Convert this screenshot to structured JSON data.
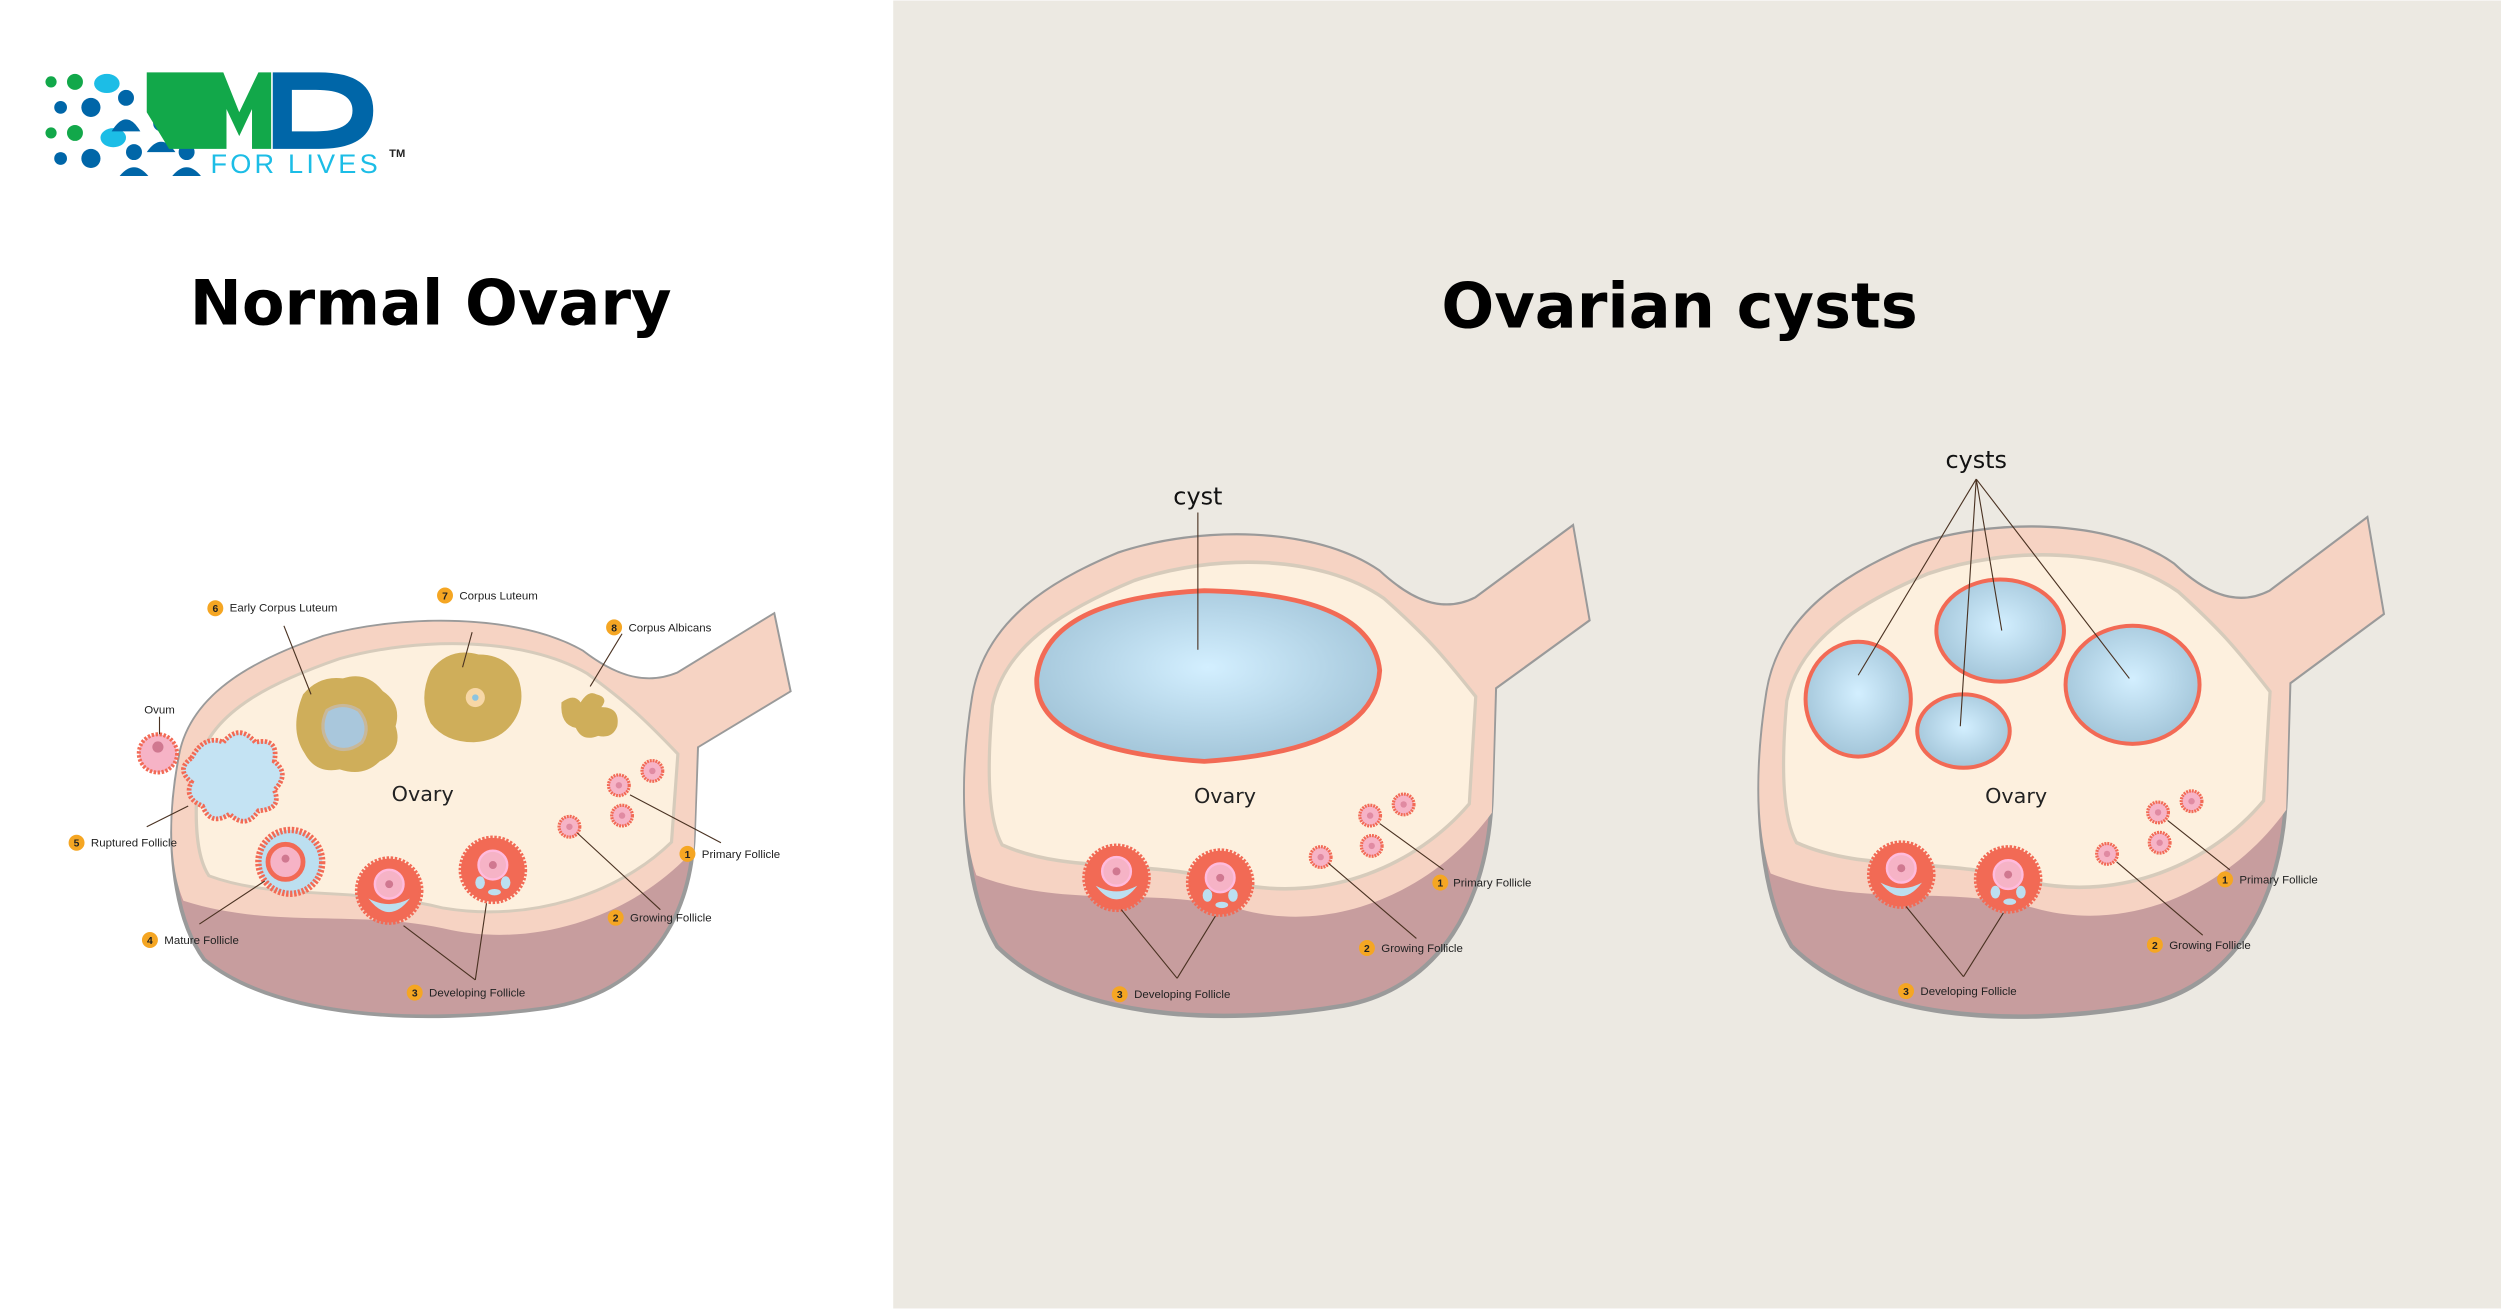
{
  "logo": {
    "brand": "MD",
    "tagline": "FOR LIVES",
    "mark": "TM",
    "colors": {
      "green": "#12a84a",
      "blue": "#0066a8",
      "cyan": "#1cbde6"
    }
  },
  "normal": {
    "title": "Normal Ovary",
    "organ": "Ovary",
    "labels": {
      "ovum": "Ovum",
      "early_cl": "Early Corpus Luteum",
      "cl": "Corpus Luteum",
      "ca": "Corpus Albicans",
      "ruptured": "Ruptured Follicle",
      "primary": "Primary Follicle",
      "growing": "Growing Follicle",
      "mature": "Mature Follicle",
      "developing": "Developing Follicle"
    },
    "numbers": {
      "primary": "1",
      "growing": "2",
      "developing": "3",
      "mature": "4",
      "ruptured": "5",
      "early_cl": "6",
      "cl": "7",
      "ca": "8"
    }
  },
  "cysts": {
    "title": "Ovarian cysts",
    "single": {
      "cyst": "cyst",
      "organ": "Ovary",
      "primary": "Primary Follicle",
      "growing": "Growing Follicle",
      "developing": "Developing Follicle"
    },
    "multi": {
      "cysts": "cysts",
      "organ": "Ovary",
      "primary": "Primary Follicle",
      "growing": "Growing Follicle",
      "developing": "Developing Follicle"
    },
    "numbers": {
      "primary": "1",
      "growing": "2",
      "developing": "3"
    }
  },
  "colors": {
    "right_bg": "#ece9e2",
    "outer": "#f6d3c3",
    "inner": "#fdf0de",
    "base": "#c79d9e",
    "follicle": "#f26a55",
    "ovum": "#f6b3c6",
    "fluid": "#bcdff0",
    "luteum": "#cfae5a",
    "badge": "#f5a623"
  }
}
